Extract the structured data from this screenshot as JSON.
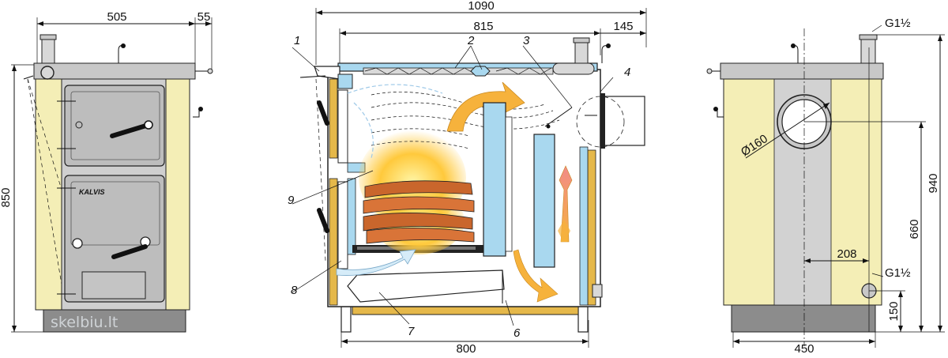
{
  "colors": {
    "shell": "#f4eeb6",
    "panel": "#d2d2d2",
    "door": "#bdbdbd",
    "base": "#8c8c8c",
    "water": "#a9d8ef",
    "insulation": "#e5b84a",
    "flame": "#f5a623",
    "wood": "#c9662c",
    "outline": "#222222"
  },
  "watermark": "skelbiu.lt",
  "brand_logo": "KALVIS",
  "front_view": {
    "dim_top_width": "505",
    "dim_top_offset": "55",
    "dim_height": "850"
  },
  "section_view": {
    "dim_total_depth": "1090",
    "dim_inner_depth": "815",
    "dim_flue_offset": "145",
    "dim_base_width": "800",
    "callouts": [
      "1",
      "2",
      "3",
      "4",
      "6",
      "7",
      "8",
      "9"
    ]
  },
  "rear_view": {
    "dim_pipe_top": "G1½",
    "dim_pipe_bottom": "G1½",
    "dim_flue_diameter": "Ø160",
    "dim_height_total": "940",
    "dim_height_flue": "660",
    "dim_pipe_offset": "208",
    "dim_height_pipe": "150",
    "dim_width": "450"
  }
}
